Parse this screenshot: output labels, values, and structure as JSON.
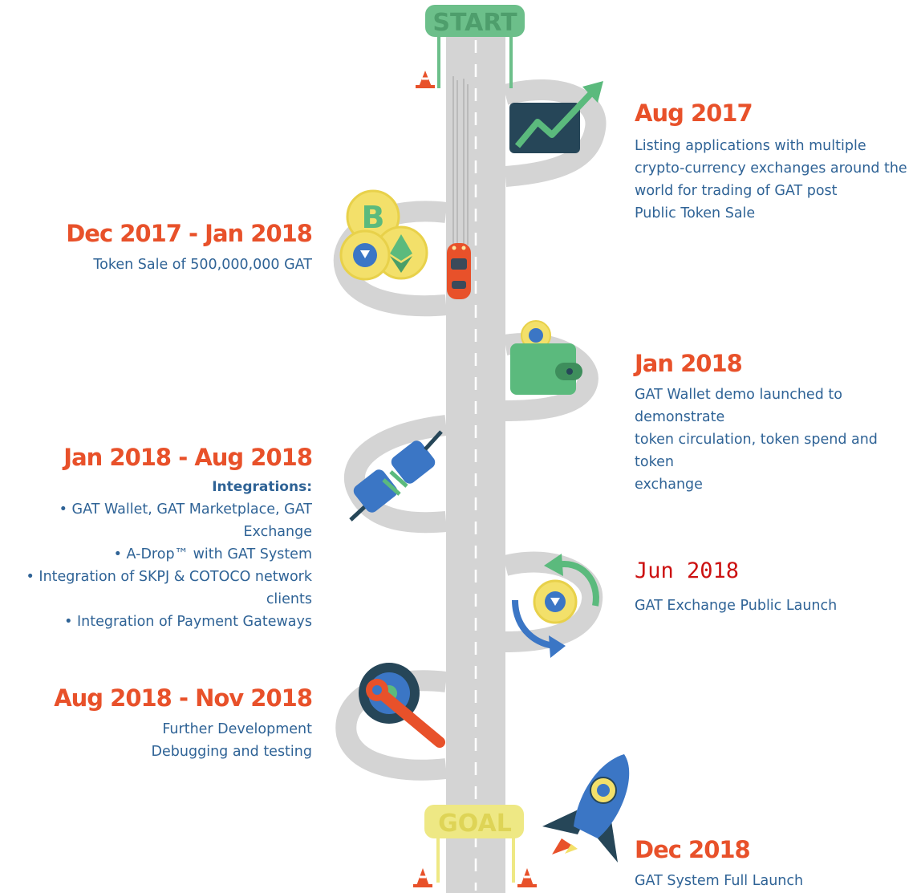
{
  "signs": {
    "start": "START",
    "goal": "GOAL"
  },
  "colors": {
    "road": "#d4d4d4",
    "accent_date": "#e8512a",
    "text": "#2f6396",
    "start_sign": "#6cbf8a",
    "goal_sign": "#eee884",
    "special_date": "#cc1111"
  },
  "milestones": [
    {
      "date": "Aug 2017",
      "side": "right",
      "icon": "chart-up-icon",
      "lines": [
        "Listing applications with multiple",
        "crypto-currency exchanges around the",
        "world for trading of GAT post",
        "Public Token Sale"
      ]
    },
    {
      "date": "Dec 2017 - Jan 2018",
      "side": "left",
      "icon": "crypto-coins-icon",
      "lines": [
        "Token Sale of 500,000,000 GAT"
      ]
    },
    {
      "date": "Jan 2018",
      "side": "right",
      "icon": "wallet-icon",
      "lines": [
        "GAT Wallet demo launched to demonstrate",
        "token circulation, token spend and token",
        "exchange"
      ]
    },
    {
      "date": "Jan 2018 - Aug 2018",
      "side": "left",
      "icon": "plug-icon",
      "heading": "Integrations:",
      "lines": [
        "• GAT Wallet, GAT Marketplace, GAT Exchange",
        "• A-Drop™ with GAT System",
        "• Integration of SKPJ & COTOCO network clients",
        "• Integration of Payment Gateways"
      ]
    },
    {
      "date": "Jun 2018",
      "side": "right",
      "icon": "exchange-cycle-icon",
      "lines": [
        "GAT Exchange Public Launch"
      ]
    },
    {
      "date": "Aug 2018 - Nov 2018",
      "side": "left",
      "icon": "tire-wrench-icon",
      "lines": [
        "Further Development",
        "Debugging and testing"
      ]
    },
    {
      "date": "Dec 2018",
      "side": "right",
      "icon": "rocket-icon",
      "lines": [
        "GAT System Full Launch"
      ]
    }
  ]
}
